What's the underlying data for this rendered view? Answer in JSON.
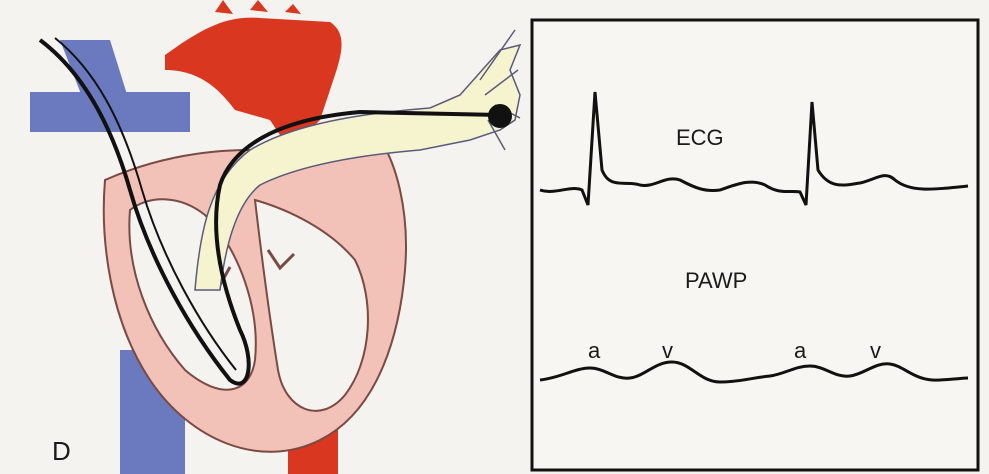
{
  "panel": {
    "letter": "D"
  },
  "traces": {
    "ecg": {
      "label": "ECG"
    },
    "pawp": {
      "label": "PAWP",
      "waves": [
        "a",
        "v",
        "a",
        "v"
      ]
    }
  },
  "colors": {
    "artery_red": "#d9371f",
    "vein_blue": "#6b79bf",
    "myocardium_pink": "#f2c1b8",
    "catheter_sheath": "#f6f4cf",
    "catheter_line": "#111111",
    "panel_border": "#111111"
  }
}
